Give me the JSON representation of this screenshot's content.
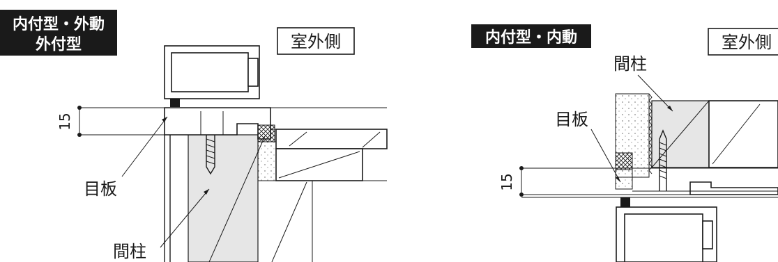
{
  "left": {
    "tag_line1": "内付型・外動",
    "tag_line2": "外付型",
    "side_label": "室外側",
    "dimension": "15",
    "label_meita": "目板",
    "label_mabashira": "間柱"
  },
  "right": {
    "tag": "内付型・内動",
    "side_label": "室外側",
    "dimension": "15",
    "label_meita": "目板",
    "label_mabashira": "間柱"
  },
  "colors": {
    "ink": "#1a1a1a",
    "wood_fill": "#e6e6e6",
    "tag_bg": "#1a1a1a",
    "tag_text": "#ffffff"
  }
}
